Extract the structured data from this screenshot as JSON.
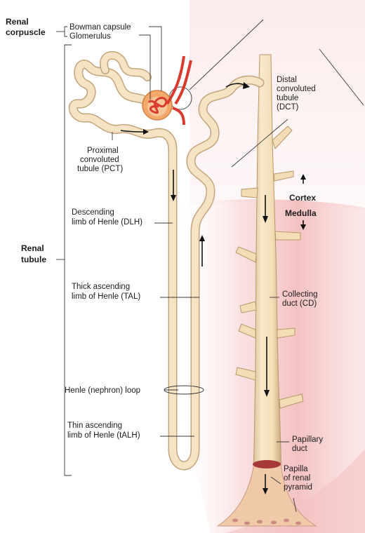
{
  "colors": {
    "tubule": "#f5e3c4",
    "tubule_edge": "#c4a47c",
    "glomerulus": "#d93a2e",
    "capsule": "#f0a068",
    "medulla_tint": "#f2b8b8",
    "leader": "#3a3a3a"
  },
  "labels": {
    "renal_corpuscle_1": "Renal",
    "renal_corpuscle_2": "corpuscle",
    "bowman_capsule": "Bowman capsule",
    "glomerulus": "Glomerulus",
    "dct_1": "Distal",
    "dct_2": "convoluted",
    "dct_3": "tubule",
    "dct_4": "(DCT)",
    "pct_1": "Proximal",
    "pct_2": "convoluted",
    "pct_3": "tubule (PCT)",
    "cortex": "Cortex",
    "medulla": "Medulla",
    "dlh_1": "Descending",
    "dlh_2": "limb of Henle (DLH)",
    "renal_tubule_1": "Renal",
    "renal_tubule_2": "tubule",
    "tal_1": "Thick ascending",
    "tal_2": "limb of Henle (TAL)",
    "cd_1": "Collecting",
    "cd_2": "duct (CD)",
    "loop": "Henle (nephron) loop",
    "talh_1": "Thin ascending",
    "talh_2": "limb of Henle (tALH)",
    "papillary_1": "Papillary",
    "papillary_2": "duct",
    "papilla_1": "Papilla",
    "papilla_2": "of renal",
    "papilla_3": "pyramid"
  }
}
